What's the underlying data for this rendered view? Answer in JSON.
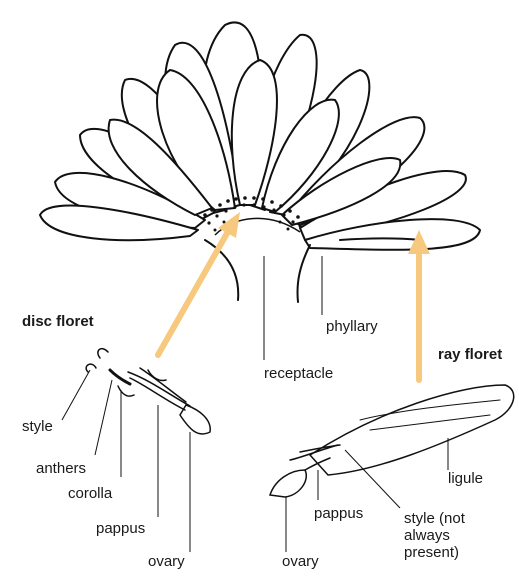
{
  "labels": {
    "disc_floret": "disc floret",
    "ray_floret": "ray floret",
    "phyllary": "phyllary",
    "receptacle": "receptacle",
    "style_disc": "style",
    "anthers": "anthers",
    "corolla": "corolla",
    "pappus_disc": "pappus",
    "ovary_disc": "ovary",
    "ligule": "ligule",
    "pappus_ray": "pappus",
    "ovary_ray": "ovary",
    "style_ray": "style (not always present)"
  },
  "colors": {
    "arrow": "#f7c97e",
    "line": "#111111",
    "text": "#1a1a1a",
    "background": "#ffffff"
  }
}
